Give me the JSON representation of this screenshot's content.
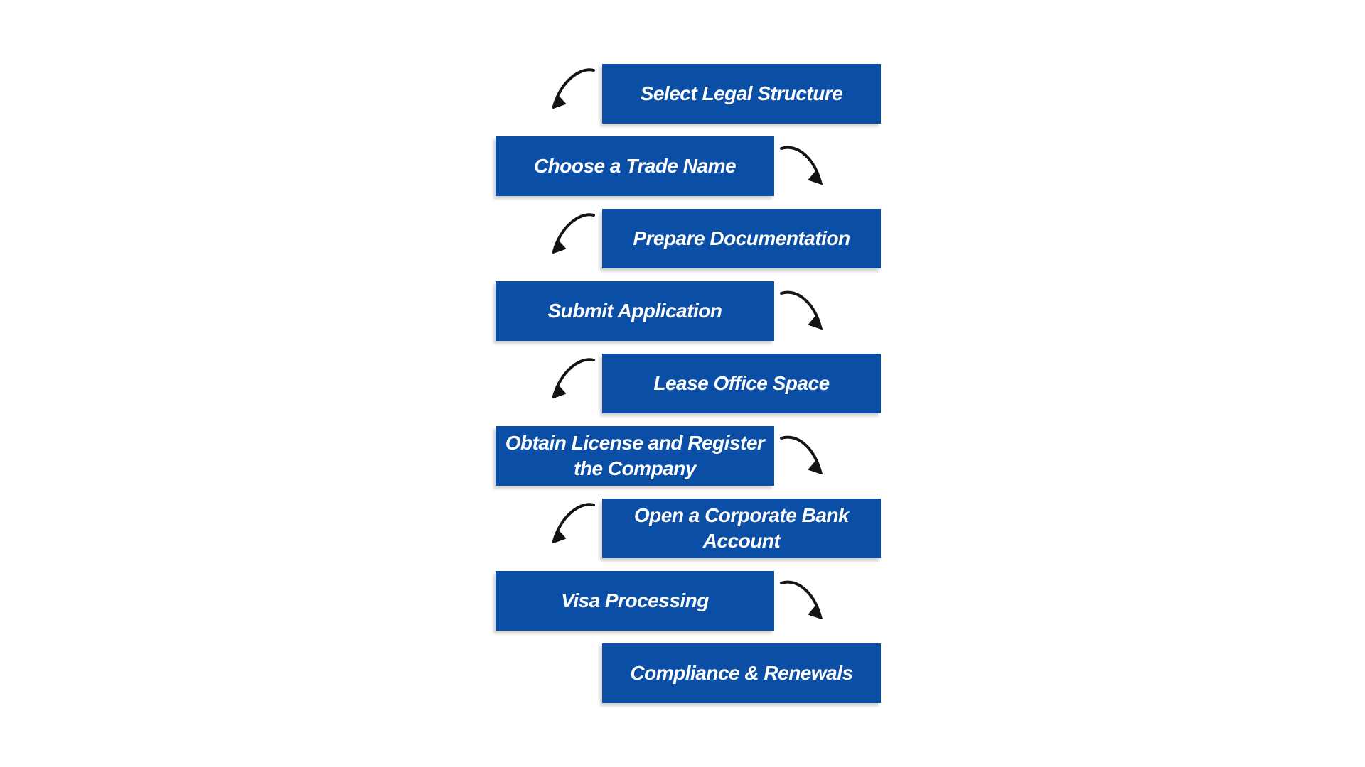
{
  "page": {
    "background_color": "#ffffff"
  },
  "flowchart": {
    "box_color": "#0b4ea6",
    "text_color": "#ffffff",
    "arrow_color": "#141414",
    "steps": [
      {
        "label": "Select Legal Structure",
        "side": "right",
        "arrow_after": "curved-down-left"
      },
      {
        "label": "Choose a Trade Name",
        "side": "left",
        "arrow_after": "curved-down-right"
      },
      {
        "label": "Prepare Documentation",
        "side": "right",
        "arrow_after": "curved-down-left"
      },
      {
        "label": "Submit Application",
        "side": "left",
        "arrow_after": "curved-down-right"
      },
      {
        "label": "Lease Office Space",
        "side": "right",
        "arrow_after": "curved-down-left"
      },
      {
        "label": "Obtain License and Register\nthe Company",
        "side": "left",
        "arrow_after": "curved-down-right"
      },
      {
        "label": "Open a Corporate Bank\nAccount",
        "side": "right",
        "arrow_after": "curved-down-left"
      },
      {
        "label": "Visa Processing",
        "side": "left",
        "arrow_after": "curved-down-right"
      },
      {
        "label": "Compliance & Renewals",
        "side": "right",
        "arrow_after": "none"
      }
    ]
  }
}
